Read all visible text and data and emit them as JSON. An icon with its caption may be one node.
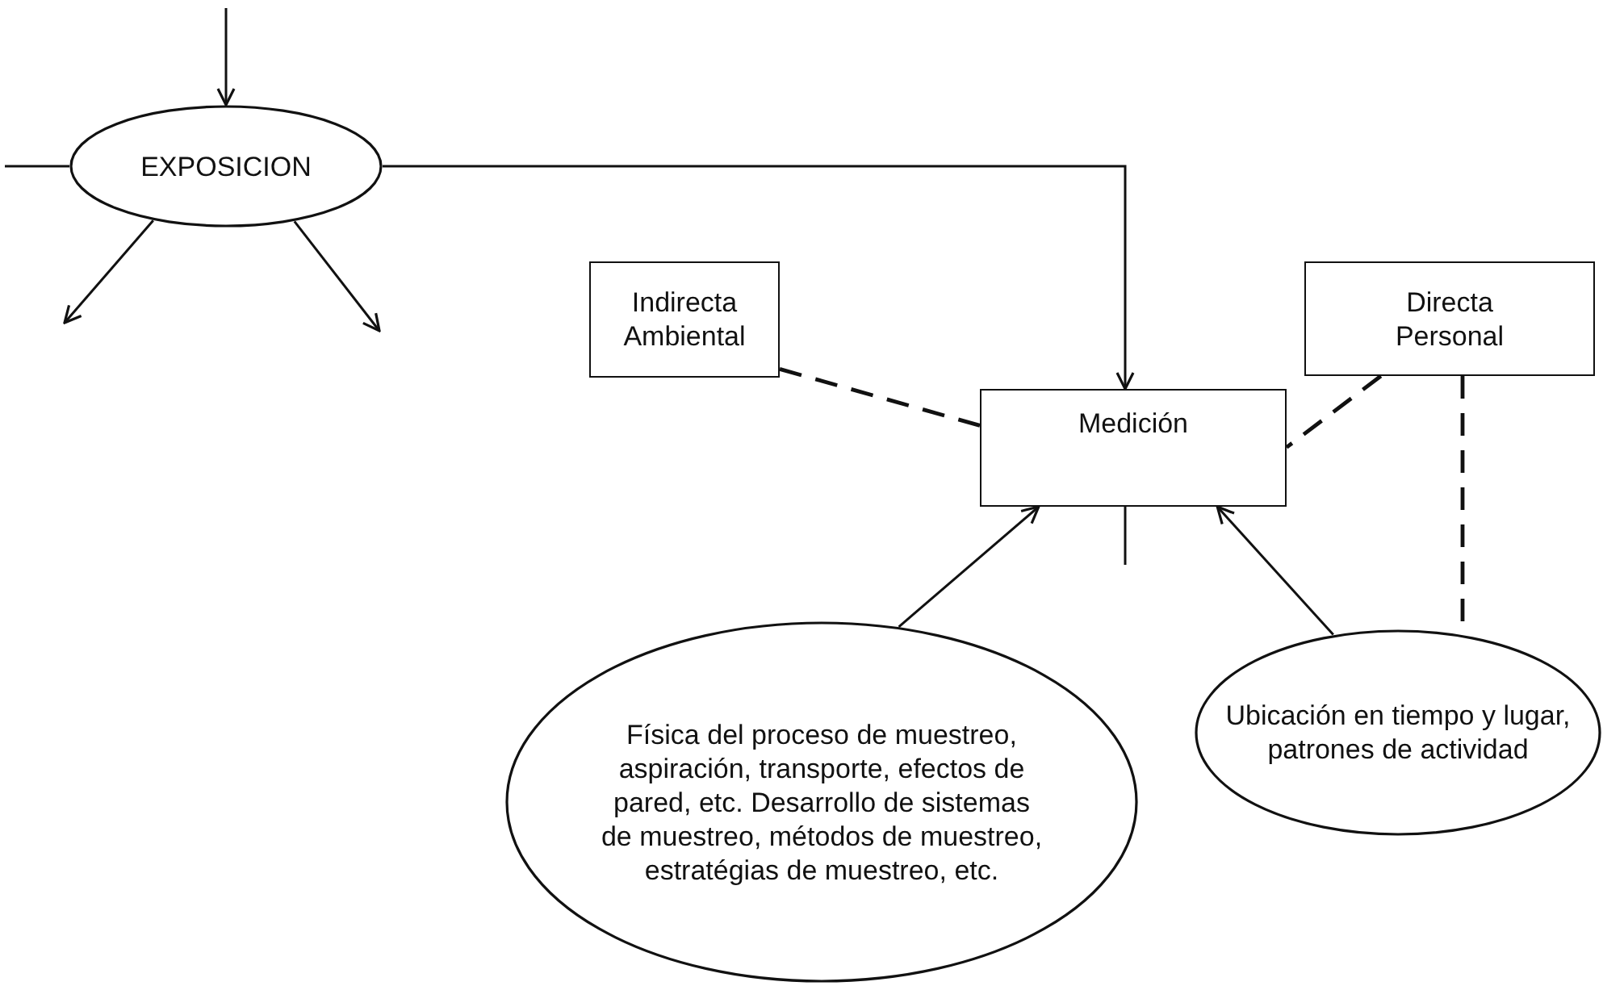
{
  "diagram": {
    "nodes": [
      {
        "text": [
          "EXPOSICION"
        ]
      },
      {
        "text": [
          "Indirecta Ambiental"
        ]
      },
      {
        "text": [
          "Directa Personal"
        ]
      },
      {
        "text": [
          "Medición"
        ]
      },
      {
        "text": [
          "Física del proceso de muestreo, aspiración, transporte, efectos de pared, etc. Desarrollo de sistemas de muestreo, métodos de muestreo, estratégias de muestreo, etc."
        ]
      },
      {
        "text": [
          "Ubicación en tiempo y lugar, patrones de actividad"
        ]
      }
    ],
    "edges": [
      {
        "from": null,
        "to": 0,
        "arrow": "to"
      },
      {
        "from": 0,
        "to": null,
        "arrow": "to"
      },
      {
        "from": 0,
        "to": null,
        "arrow": "to"
      },
      {
        "from": null,
        "to": 0,
        "arrow": "none"
      },
      {
        "from": 0,
        "to": 3,
        "arrow": "to"
      },
      {
        "from": 1,
        "to": 3,
        "arrow": "none",
        "style": "dashed"
      },
      {
        "from": 2,
        "to": 3,
        "arrow": "none",
        "style": "dashed"
      },
      {
        "from": 4,
        "to": 3,
        "arrow": "to"
      },
      {
        "from": 5,
        "to": 3,
        "arrow": "to"
      },
      {
        "from": 2,
        "to": 5,
        "arrow": "none",
        "style": "dashed"
      },
      {
        "from": 3,
        "to": null,
        "arrow": "none"
      }
    ]
  }
}
